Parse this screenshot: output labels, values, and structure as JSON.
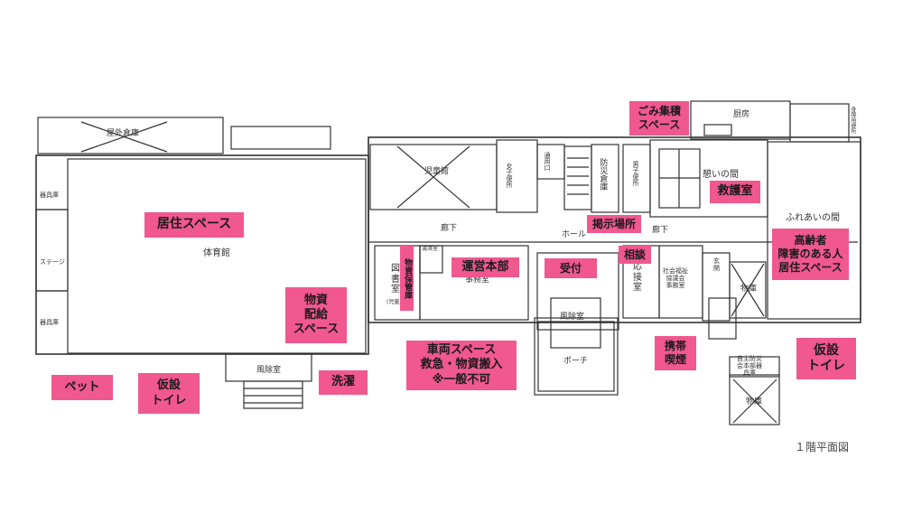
{
  "caption": "１階平面図",
  "labels": {
    "kyoju": "居住スペース",
    "busshi_haikyu": "物資\n配給\nスペース",
    "pet": "ペット",
    "kasetsu_toilet_left": "仮設\nトイレ",
    "sentaku": "洗濯",
    "sharyo": "車両スペース\n救急・物資搬入\n※一般不可",
    "unei_honbu": "運営本部",
    "uketsuke": "受付",
    "busshi_hokanko": "物資保管庫",
    "gomi": "ごみ集積\nスペース",
    "keijiba": "掲示場所",
    "sodan": "相談",
    "kyugoshitsu": "救護室",
    "koreisha": "高齢者\n障害のある人\n居住スペース",
    "keitai_kitsuen": "携帯\n喫煙",
    "kasetsu_toilet_right": "仮設\nトイレ"
  },
  "rooms": {
    "okugai_soko": "屋外倉庫",
    "taiikukan": "体育館",
    "kigu_ko_1": "器具庫",
    "stage": "ステージ",
    "kigu_ko_2": "器具庫",
    "fujoshitsu_left": "風除室",
    "jidokan": "児童館",
    "joshi_benjo": "女子便所",
    "tsuyoguchi": "通用口",
    "bosai_soko": "防災倉庫",
    "danshi_benjo": "男子便所",
    "ikoi_no_ma": "憩いの間",
    "chubo": "厨房",
    "shinshogaisha_benjo": "身障用便所",
    "fureai_no_ma": "ふれあいの間",
    "roka_left": "廊下",
    "roka_right": "廊下",
    "hall": "ホール",
    "yugushitsu": "湯沸室",
    "toshoshitsu": "図\n書\n室",
    "jidoyo": "(児童用)",
    "jimushitsu": "事務室",
    "fujoshitsu_center": "風除室",
    "porch": "ポーチ",
    "oset_sushitsu": "応\n接\n室",
    "shakyo_jimushitsu": "社会福祉\n協議会\n事務室",
    "genkan": "玄\n関",
    "soko_right": "物庫",
    "jishu_bosai": "自主防災\n会本部器\n具庫",
    "soko_bottom": "物庫"
  },
  "colors": {
    "label_bg": "#f0588f",
    "wall": "#333333"
  }
}
